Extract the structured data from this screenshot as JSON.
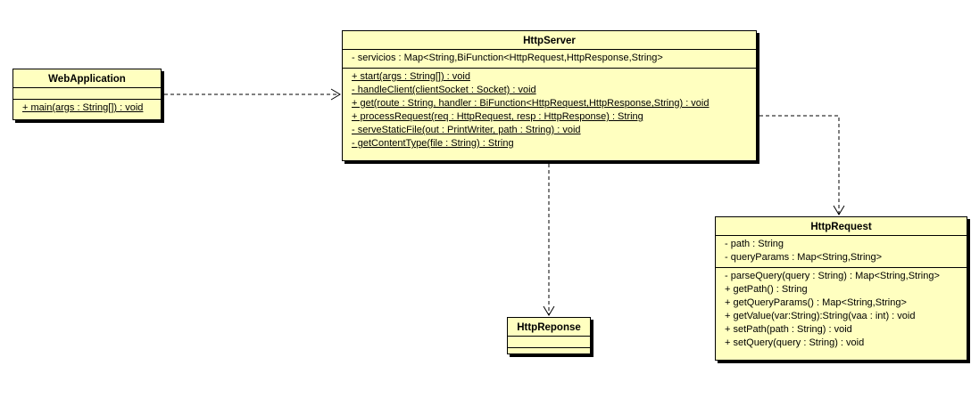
{
  "classes": {
    "webapplication": {
      "name": "WebApplication",
      "attributes": [],
      "operations": [
        "+ main(args : String[]) : void"
      ]
    },
    "httpserver": {
      "name": "HttpServer",
      "attributes": [
        "- servicios : Map<String,BiFunction<HttpRequest,HttpResponse,String>"
      ],
      "operations": [
        "+ start(args : String[]) : void",
        "- handleClient(clientSocket : Socket) : void",
        "+ get(route : String, handler : BiFunction<HttpRequest,HttpResponse,String) : void",
        "+ processRequest(req : HttpRequest, resp : HttpResponse) : String",
        "- serveStaticFile(out : PrintWriter, path : String) : void",
        "- getContentType(file : String) : String"
      ]
    },
    "httprequest": {
      "name": "HttpRequest",
      "attributes": [
        "- path : String",
        "- queryParams : Map<String,String>"
      ],
      "operations": [
        "- parseQuery(query : String) : Map<String,String>",
        "+ getPath() : String",
        "+ getQueryParams() : Map<String,String>",
        "+ getValue(var:String):String(vaa : int) : void",
        "+ setPath(path : String) : void",
        "+ setQuery(query : String) : void"
      ]
    },
    "httpreponse": {
      "name": "HttpReponse",
      "attributes": [],
      "operations": []
    }
  },
  "dependencies": [
    {
      "from": "WebApplication",
      "to": "HttpServer"
    },
    {
      "from": "HttpServer",
      "to": "HttpRequest"
    },
    {
      "from": "HttpServer",
      "to": "HttpReponse"
    }
  ],
  "colors": {
    "class_fill": "#ffffc0",
    "border": "#000000",
    "edge": "#000000"
  }
}
